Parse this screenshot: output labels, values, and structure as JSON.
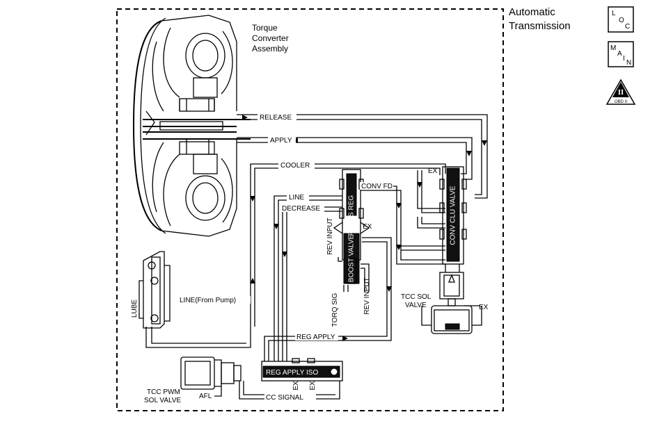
{
  "header": {
    "line1": "Automatic",
    "line2": "Transmission"
  },
  "icons": {
    "loc": {
      "l": "L",
      "o": "O",
      "c": "C"
    },
    "main": {
      "m": "M",
      "a": "A",
      "i": "I",
      "n": "N"
    },
    "obd": {
      "roman": "II",
      "label": "OBD II"
    }
  },
  "diagram": {
    "torque_converter": {
      "line1": "Torque",
      "line2": "Converter",
      "line3": "Assembly"
    },
    "release": "RELEASE",
    "apply": "APPLY",
    "cooler": "COOLER",
    "ex_top": "EX",
    "conv_fd": "CONV FD",
    "conv_clu_valve": "CONV CLU VALVE",
    "line": "LINE",
    "decrease": "DECREASE",
    "press_reg": "PRESS REG",
    "boost_valve": "BOOST VALVE",
    "ex_mid": "EX",
    "rev_input_left": "REV INPUT",
    "torq_sig": "TORQ SIG",
    "rev_input_right": "REV INPUT",
    "line_from_pump": "LINE(From Pump)",
    "lube": "LUBE",
    "reg_apply_line": "REG APPLY",
    "reg_apply_iso": "REG APPLY ISO",
    "ex_small_1": "EX",
    "ex_small_2": "EX",
    "cc_signal": "CC SIGNAL",
    "afl": "AFL",
    "tcc_pwm_1": "TCC PWM",
    "tcc_pwm_2": "SOL VALVE",
    "tcc_sol_1": "TCC SOL",
    "tcc_sol_2": "VALVE",
    "ex_sol": "EX"
  }
}
